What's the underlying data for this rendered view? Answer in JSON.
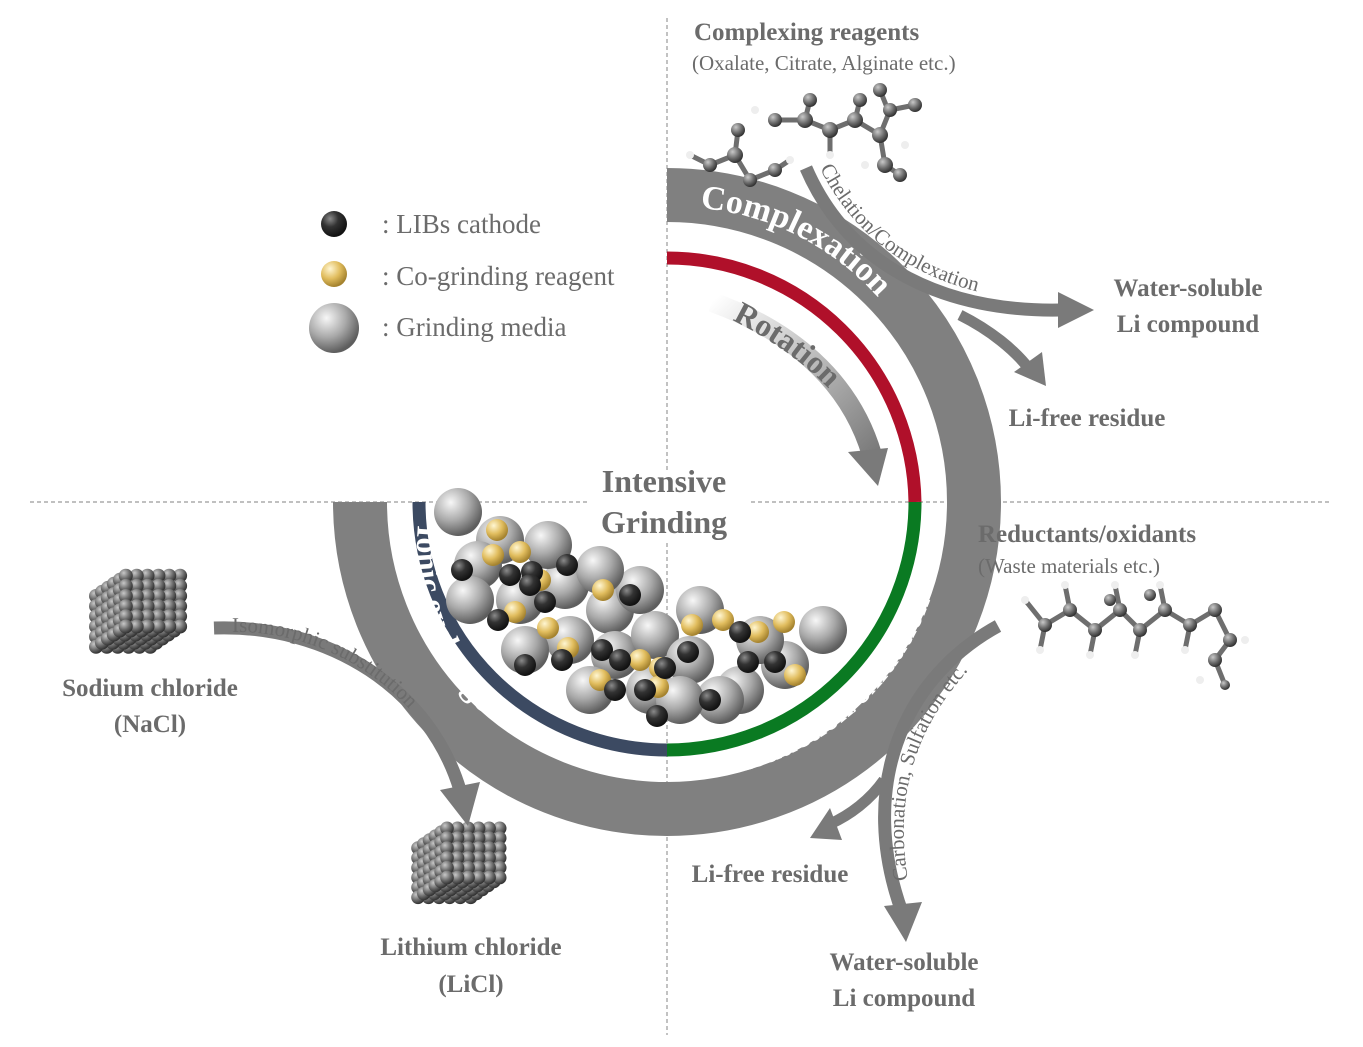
{
  "legend": {
    "cathode": ": LIBs cathode",
    "reagent": ": Co-grinding reagent",
    "media": ": Grinding media"
  },
  "center": {
    "line1": "Intensive",
    "line2": "Grinding"
  },
  "arc_labels": {
    "complexation": "Complexation",
    "reduction": "Reduction/oxidation",
    "ionic": "Ionic exchange",
    "rotation": "Rotation"
  },
  "top_right": {
    "title": "Complexing reagents",
    "subtitle": "(Oxalate, Citrate, Alginate etc.)",
    "process": "Chelation/Complexation",
    "product_line1": "Water-soluble",
    "product_line2": "Li compound",
    "residue": "Li-free residue"
  },
  "bottom_right": {
    "title": "Reductants/oxidants",
    "subtitle": "(Waste materials etc.)",
    "process": "Carbonation, Sulfation etc.",
    "residue": "Li-free residue",
    "product_line1": "Water-soluble",
    "product_line2": "Li compound"
  },
  "bottom_left": {
    "source_line1": "Sodium chloride",
    "source_line2": "(NaCl)",
    "process": "Isomorphic substitution",
    "product_line1": "Lithium chloride",
    "product_line2": "(LiCl)"
  },
  "colors": {
    "bowl": "#808080",
    "complexation_band": "#b0102a",
    "reduction_band": "#0a7a22",
    "ionic_band": "#3c4a62",
    "text": "#6b6b6b",
    "reagent_ball": "#e3c26a",
    "cathode_ball": "#2d2d2d",
    "media_ball": "#b8b8b8"
  },
  "icons": [
    "molecule-icon",
    "salt-crystal-icon",
    "ball-icon",
    "arrow-icon"
  ]
}
